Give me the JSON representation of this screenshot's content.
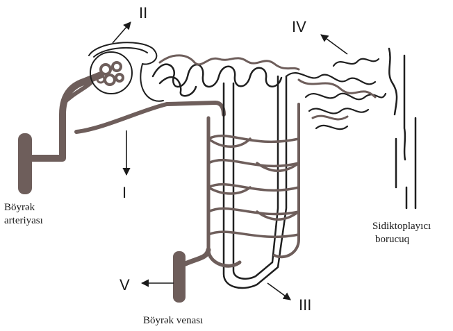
{
  "labels": {
    "renal_artery": [
      "Böyrək",
      "arteriyası"
    ],
    "renal_vein": "Böyrək venası",
    "collecting_duct": [
      "Sidiktoplayıcı",
      "borucuq"
    ]
  },
  "markers": {
    "i": "I",
    "ii": "II",
    "iii": "III",
    "iv": "IV",
    "v": "V"
  },
  "colors": {
    "vessel": "#6e5e5b",
    "outline": "#1f1f1f"
  }
}
